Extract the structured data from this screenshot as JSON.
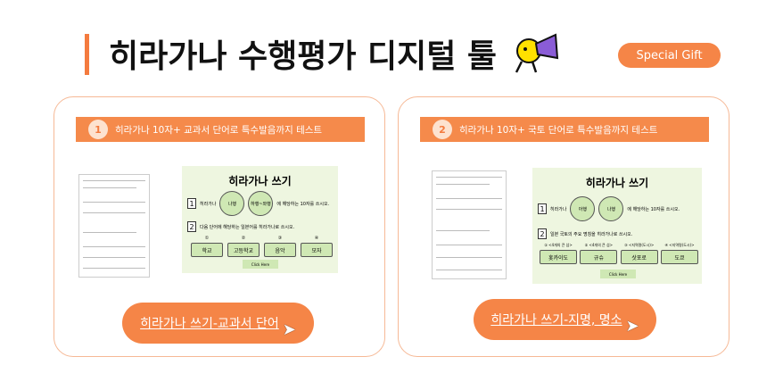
{
  "header": {
    "title": "히라가나 수행평가 디지털 툴",
    "badge": "Special Gift"
  },
  "cards": [
    {
      "number": "1",
      "heading": "히라가나 10자+ 교과서 단어로 특수발음까지 테스트",
      "preview": {
        "title": "히라가나 쓰기",
        "q1_num": "1",
        "q1_prefix": "히라가나",
        "q1_circles": [
          "나행",
          "하행~와행"
        ],
        "q1_suffix": "에 해당하는 10자를 쓰시오.",
        "q2_num": "2",
        "q2_text": "다음 단어에 해당하는 일본어를 히라가나로 쓰시오.",
        "options": [
          {
            "label": "①",
            "word": "학교"
          },
          {
            "label": "②",
            "word": "고등학교"
          },
          {
            "label": "③",
            "word": "음악"
          },
          {
            "label": "④",
            "word": "모자"
          }
        ],
        "click": "Click Here"
      },
      "button": "히라가나 쓰기-교과서 단어"
    },
    {
      "number": "2",
      "heading": "히라가나 10자+ 국토 단어로 특수발음까지 테스트",
      "preview": {
        "title": "히라가나 쓰기",
        "q1_num": "1",
        "q1_prefix": "히라가나",
        "q1_circles": [
          "아행",
          "나행"
        ],
        "q1_suffix": "에 해당하는 10자를 쓰시오.",
        "q2_num": "2",
        "q2_text": "일본 국토의 주요 명칭을 히라가나로 쓰시오.",
        "options": [
          {
            "label": "① <4개의 큰 섬>",
            "word": "홋카이도"
          },
          {
            "label": "② <4개의 큰 섬>",
            "word": "규슈"
          },
          {
            "label": "③ <지역명(도시)>",
            "word": "삿포로"
          },
          {
            "label": "④ <지역명(도시)>",
            "word": "도쿄"
          }
        ],
        "click": "Click Here"
      },
      "button": "히라가나 쓰기-지명, 명소"
    }
  ]
}
